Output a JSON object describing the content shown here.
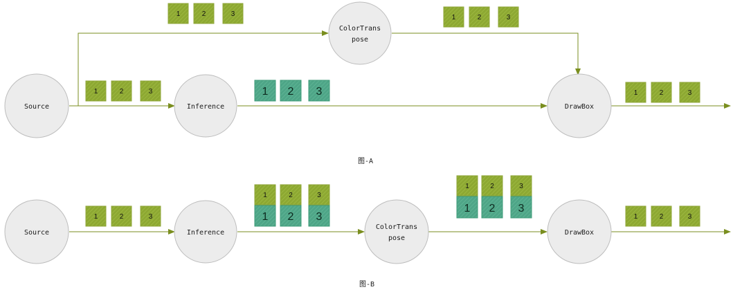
{
  "colors": {
    "edge": "#7a8e1f",
    "olive_box": "#8da832",
    "teal_box": "#4ea587",
    "node_fill": "#ececec"
  },
  "diagram_a": {
    "caption": "图-A",
    "nodes": {
      "source": "Source",
      "inference": "Inference",
      "colortranspose_line1": "ColorTrans",
      "colortranspose_line2": "pose",
      "drawbox": "DrawBox"
    },
    "frames_top_left": [
      "1",
      "2",
      "3"
    ],
    "frames_top_right": [
      "1",
      "2",
      "3"
    ],
    "frames_source_out": [
      "1",
      "2",
      "3"
    ],
    "frames_inference_out": [
      "1",
      "2",
      "3"
    ],
    "frames_drawbox_out": [
      "1",
      "2",
      "3"
    ]
  },
  "diagram_b": {
    "caption": "图-B",
    "nodes": {
      "source": "Source",
      "inference": "Inference",
      "colortranspose_line1": "ColorTrans",
      "colortranspose_line2": "pose",
      "drawbox": "DrawBox"
    },
    "frames_source_out": [
      "1",
      "2",
      "3"
    ],
    "frames_inference_out_top": [
      "1",
      "2",
      "3"
    ],
    "frames_inference_out_bottom": [
      "1",
      "2",
      "3"
    ],
    "frames_colortranspose_out_top": [
      "1",
      "2",
      "3"
    ],
    "frames_colortranspose_out_bottom": [
      "1",
      "2",
      "3"
    ],
    "frames_drawbox_out": [
      "1",
      "2",
      "3"
    ]
  }
}
